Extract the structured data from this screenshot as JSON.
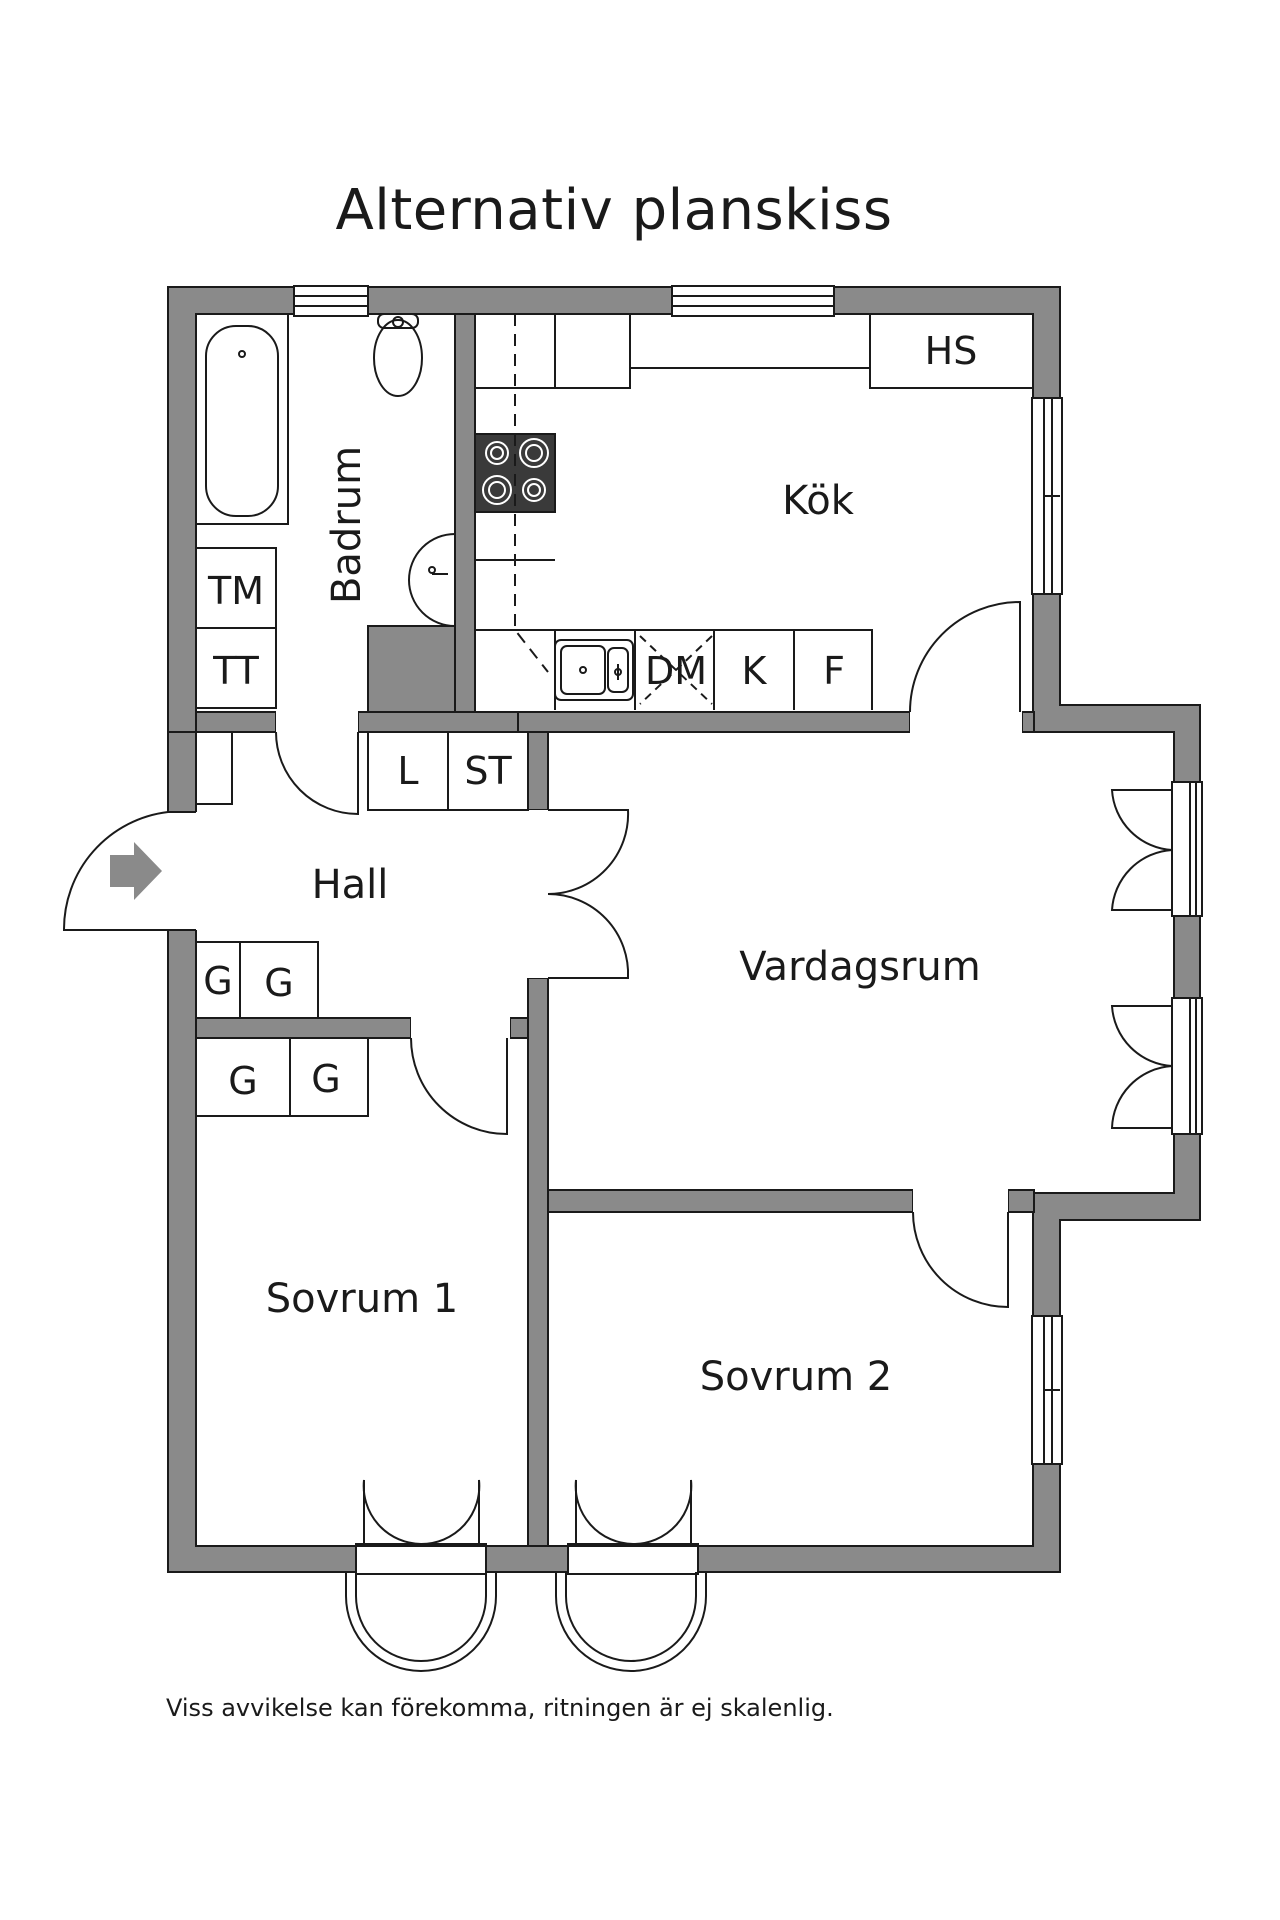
{
  "title": "Alternativ planskiss",
  "disclaimer": "Viss avvikelse kan förekomma, ritningen är ej skalenlig.",
  "rooms": {
    "badrum": "Badrum",
    "kok": "Kök",
    "hall": "Hall",
    "vardagsrum": "Vardagsrum",
    "sovrum1": "Sovrum 1",
    "sovrum2": "Sovrum 2"
  },
  "fixtures": {
    "hs": "HS",
    "tm": "TM",
    "tt": "TT",
    "dm": "DM",
    "k": "K",
    "f": "F",
    "l": "L",
    "st": "ST",
    "g1": "G",
    "g2": "G",
    "g3": "G",
    "g4": "G"
  },
  "colors": {
    "wall": "#8a8a8a",
    "line": "#1a1a1a",
    "background": "#ffffff"
  },
  "icons": [
    "entrance-arrow-icon",
    "stove-icon",
    "sink-icon",
    "toilet-icon",
    "bathtub-icon",
    "washbasin-icon"
  ]
}
